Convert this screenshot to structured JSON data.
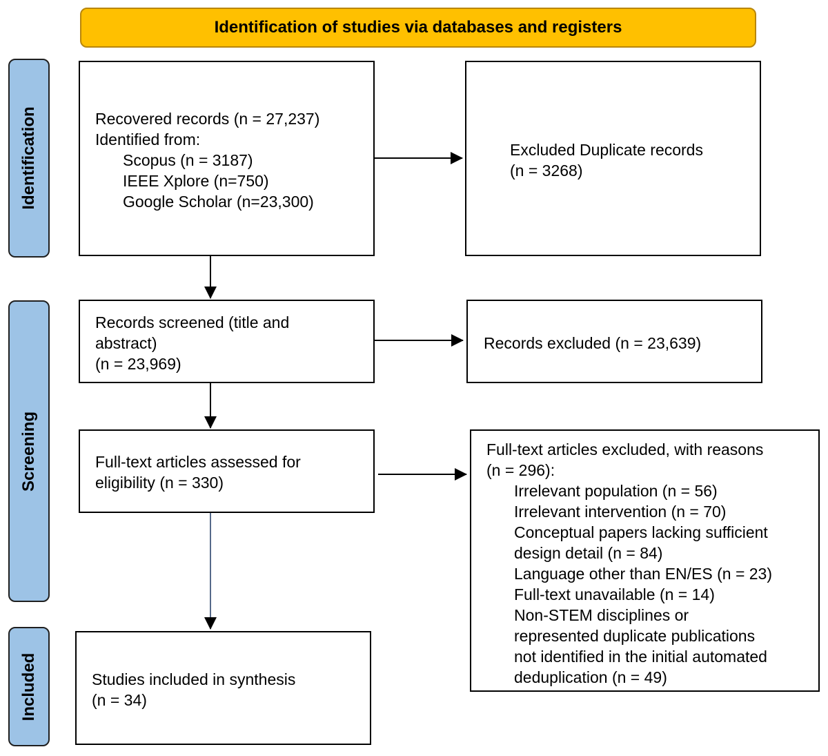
{
  "header": {
    "title": "Identification of studies via databases and registers"
  },
  "stages": {
    "identification": "Identification",
    "screening": "Screening",
    "included": "Included"
  },
  "recovered": {
    "line1": "Recovered records (n = 27,237)",
    "line2": "Identified from:",
    "sources": [
      "Scopus (n = 3187)",
      "IEEE Xplore (n=750)",
      "Google Scholar (n=23,300)"
    ]
  },
  "duplicates": {
    "line1": "Excluded Duplicate records",
    "line2": "(n = 3268)"
  },
  "screened": {
    "line1": "Records screened (title and",
    "line2": "abstract)",
    "line3": "(n = 23,969)"
  },
  "records_excluded": {
    "text": "Records excluded (n = 23,639)"
  },
  "fulltext": {
    "line1": "Full-text articles assessed for",
    "line2": "eligibility (n = 330)"
  },
  "fulltext_excluded": {
    "line1": "Full-text articles excluded, with reasons",
    "line2": "(n = 296):",
    "reasons": [
      "Irrelevant population (n = 56)",
      "Irrelevant intervention (n = 70)",
      "Conceptual papers lacking sufficient",
      "design detail (n = 84)",
      "Language other than EN/ES (n = 23)",
      "Full-text unavailable (n = 14)",
      "Non-STEM disciplines or",
      "represented duplicate publications",
      "not identified in the initial automated",
      "deduplication (n = 49)"
    ]
  },
  "included_box": {
    "line1": "Studies included in synthesis",
    "line2": "(n = 34)"
  },
  "colors": {
    "header": "#ffc000",
    "stage": "#9dc3e6"
  }
}
